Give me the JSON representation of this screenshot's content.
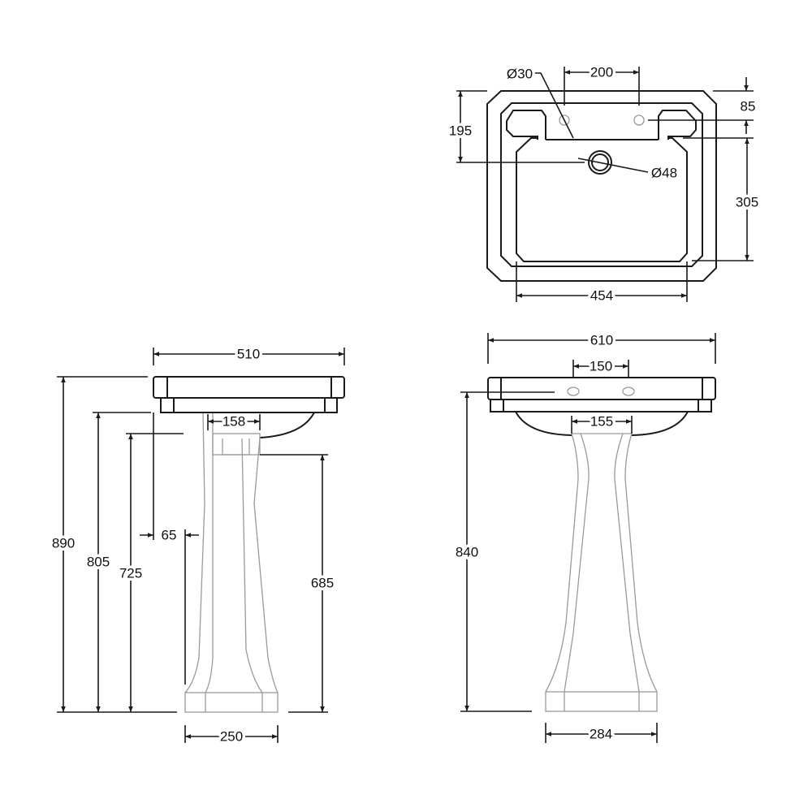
{
  "plan_view": {
    "tap_hole_diameter": "Ø30",
    "tap_centres": "200",
    "waste_hole_diameter": "Ø48",
    "front_to_waste": "195",
    "back_to_tap": "85",
    "bowl_depth": "305",
    "bowl_width": "454"
  },
  "side_view": {
    "depth": "510",
    "overall_height": "890",
    "rim_underside_height": "805",
    "pedestal_top_height": "725",
    "pedestal_offset": "65",
    "pedestal_top_depth": "158",
    "waste_height": "685",
    "base_depth": "250"
  },
  "front_view": {
    "width": "610",
    "tap_spacing": "150",
    "pedestal_top_width": "155",
    "tap_height": "840",
    "base_width": "284"
  }
}
